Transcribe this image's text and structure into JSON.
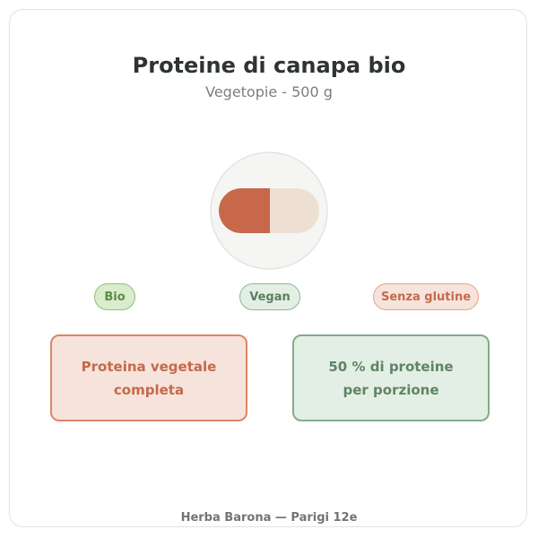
{
  "product": {
    "title": "Proteine di canapa bio",
    "subtitle": "Vegetopie - 500 g"
  },
  "icon": {
    "name": "capsule-icon",
    "colors": {
      "left_half": "#c8684a",
      "right_half": "#ede0d3",
      "circle_bg": "#f5f6f3",
      "divider": "#c8684a"
    }
  },
  "badges": [
    {
      "label": "Bio",
      "color": "#5d8c45"
    },
    {
      "label": "Vegan",
      "color": "#5b7f61"
    },
    {
      "label": "Senza glutine",
      "color": "#c46a4a"
    }
  ],
  "features": [
    {
      "text": "Proteina vegetale completa",
      "color": "#c46a4a"
    },
    {
      "text": "50 % di proteine per porzione",
      "color": "#5f8465"
    }
  ],
  "footer": {
    "text": "Herba Barona — Parigi 12e"
  }
}
